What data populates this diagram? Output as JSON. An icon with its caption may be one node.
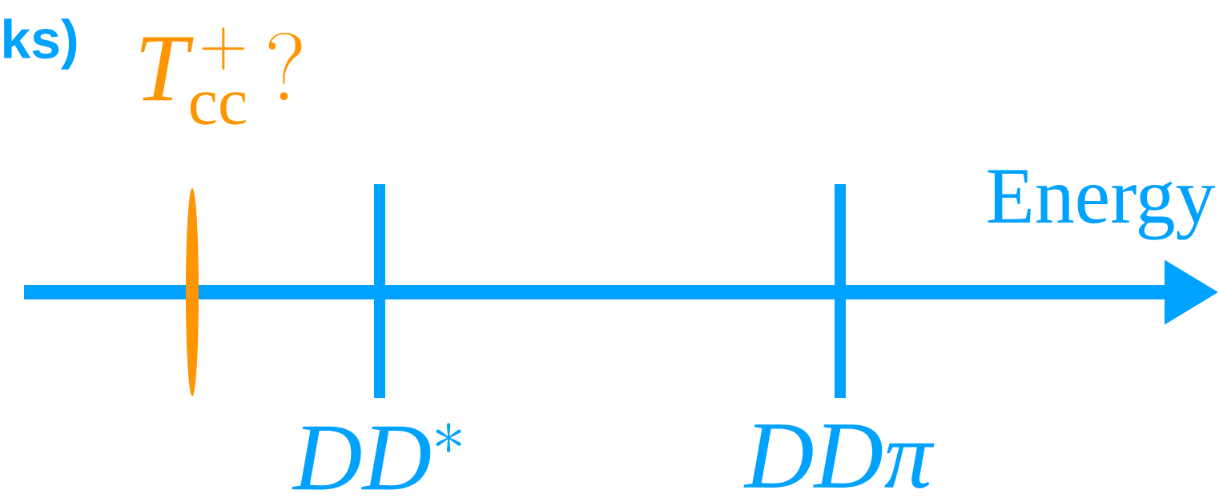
{
  "diagram": {
    "labels": [
      "ks)",
      "T_{\\mathrm{cc}}^{\\,+}\\,?",
      "Energy",
      "DD^{*}",
      "DD\\pi"
    ]
  }
}
